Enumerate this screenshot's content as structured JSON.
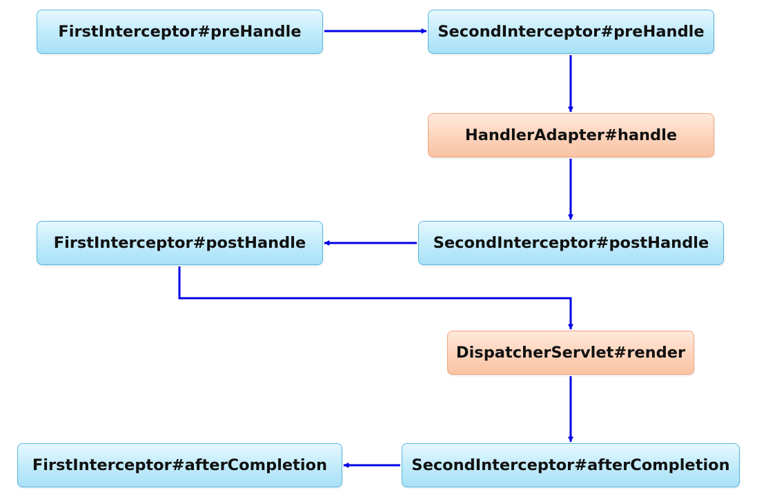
{
  "diagram": {
    "nodes": {
      "first_pre": "FirstInterceptor#preHandle",
      "second_pre": "SecondInterceptor#preHandle",
      "handler_adapter": "HandlerAdapter#handle",
      "first_post": "FirstInterceptor#postHandle",
      "second_post": "SecondInterceptor#postHandle",
      "dispatcher_render": "DispatcherServlet#render",
      "first_after": "FirstInterceptor#afterCompletion",
      "second_after": "SecondInterceptor#afterCompletion"
    },
    "flow": [
      {
        "from": "FirstInterceptor#preHandle",
        "to": "SecondInterceptor#preHandle"
      },
      {
        "from": "SecondInterceptor#preHandle",
        "to": "HandlerAdapter#handle"
      },
      {
        "from": "HandlerAdapter#handle",
        "to": "SecondInterceptor#postHandle"
      },
      {
        "from": "SecondInterceptor#postHandle",
        "to": "FirstInterceptor#postHandle"
      },
      {
        "from": "FirstInterceptor#postHandle",
        "to": "DispatcherServlet#render"
      },
      {
        "from": "DispatcherServlet#render",
        "to": "SecondInterceptor#afterCompletion"
      },
      {
        "from": "SecondInterceptor#afterCompletion",
        "to": "FirstInterceptor#afterCompletion"
      }
    ],
    "colors": {
      "interceptor_fill": "#c3ecfb",
      "interceptor_border": "#55b7dd",
      "core_fill": "#fdd3bb",
      "core_border": "#f0a47c",
      "arrow": "#0000e6"
    }
  }
}
